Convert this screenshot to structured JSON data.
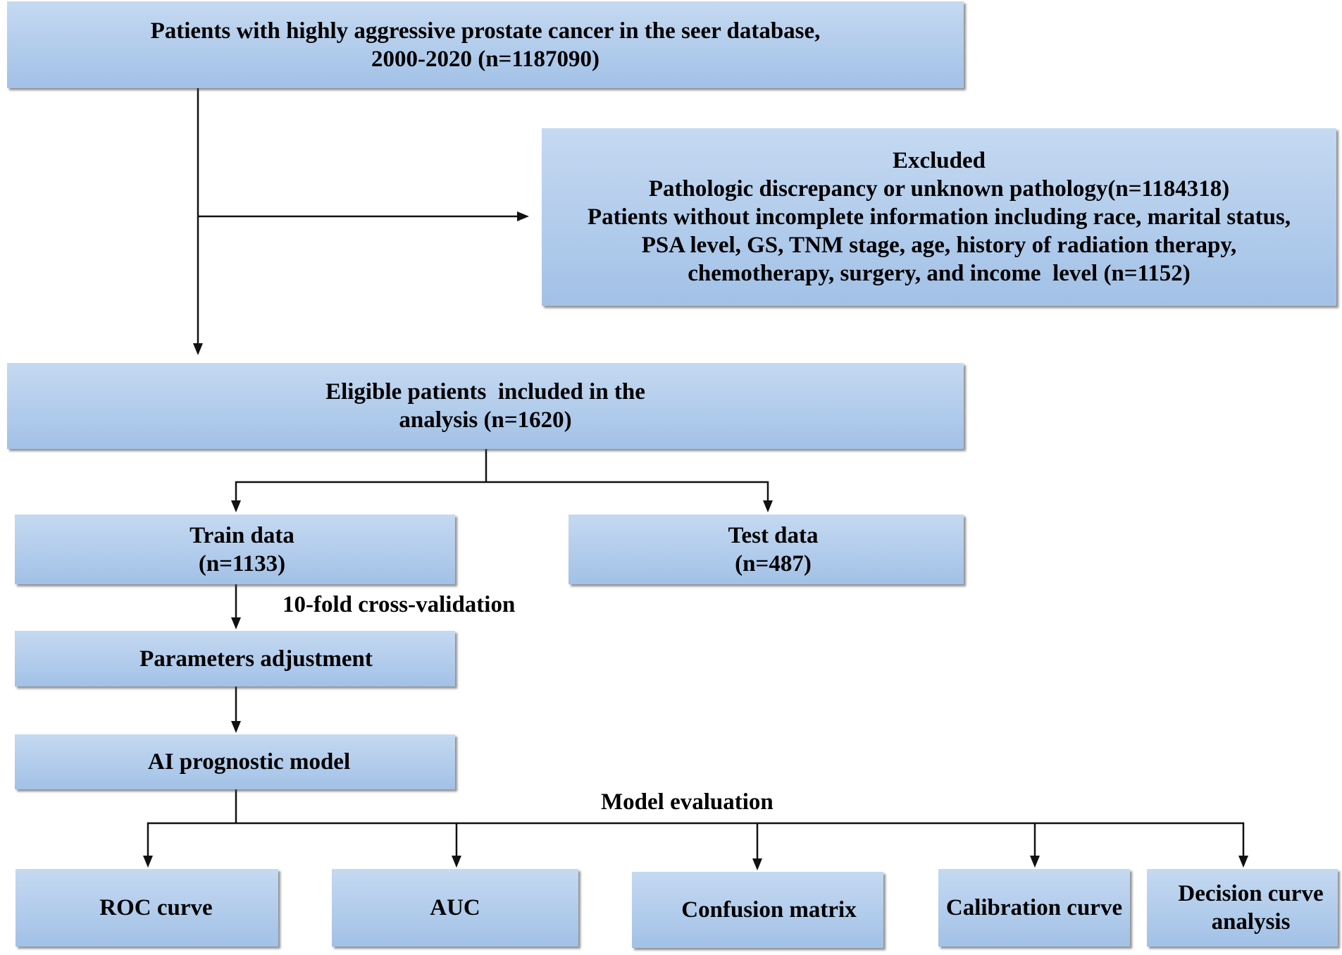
{
  "flowchart": {
    "source": {
      "lines": [
        "Patients with highly aggressive prostate cancer in the seer database,",
        "2000-2020 (n=1187090)"
      ]
    },
    "excluded": {
      "title": "Excluded",
      "lines": [
        "Pathologic discrepancy or unknown pathology(n=1184318)",
        "Patients without incomplete information including race, marital status,",
        "PSA level, GS, TNM stage, age, history of radiation therapy,",
        "chemotherapy, surgery, and income  level (n=1152)"
      ]
    },
    "eligible": {
      "lines": [
        "Eligible patients  included in the",
        "analysis (n=1620)"
      ]
    },
    "train": {
      "lines": [
        "Train data",
        "(n=1133)"
      ]
    },
    "test": {
      "lines": [
        "Test data",
        "(n=487)"
      ]
    },
    "cross_validation_label": "10-fold cross-validation",
    "parameters": {
      "label": "Parameters adjustment"
    },
    "model": {
      "label": "AI prognostic model"
    },
    "evaluation_label": "Model evaluation",
    "evaluations": [
      {
        "lines": [
          "ROC curve"
        ]
      },
      {
        "lines": [
          "AUC"
        ]
      },
      {
        "lines": [
          "Confusion matrix"
        ]
      },
      {
        "lines": [
          "Calibration curve"
        ]
      },
      {
        "lines": [
          "Decision curve",
          "analysis"
        ]
      }
    ]
  },
  "colors": {
    "box_top": "#c5d9f1",
    "box_bottom": "#a2c1e7",
    "text": "#000000",
    "connector": "#111111"
  }
}
